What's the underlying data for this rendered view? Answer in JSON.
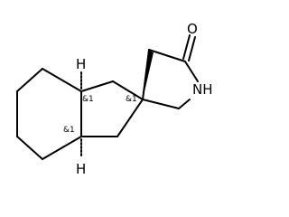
{
  "molecule": {
    "atoms": {
      "oxygen": "O",
      "nitrogen": "NH",
      "hydrogen_top": "H",
      "hydrogen_bottom": "H"
    },
    "stereo_labels": {
      "fusion_top": "&1",
      "spiro": "&1",
      "fusion_bottom": "&1"
    },
    "colors": {
      "bond": "#000000",
      "text": "#000000",
      "background": "#ffffff"
    }
  }
}
